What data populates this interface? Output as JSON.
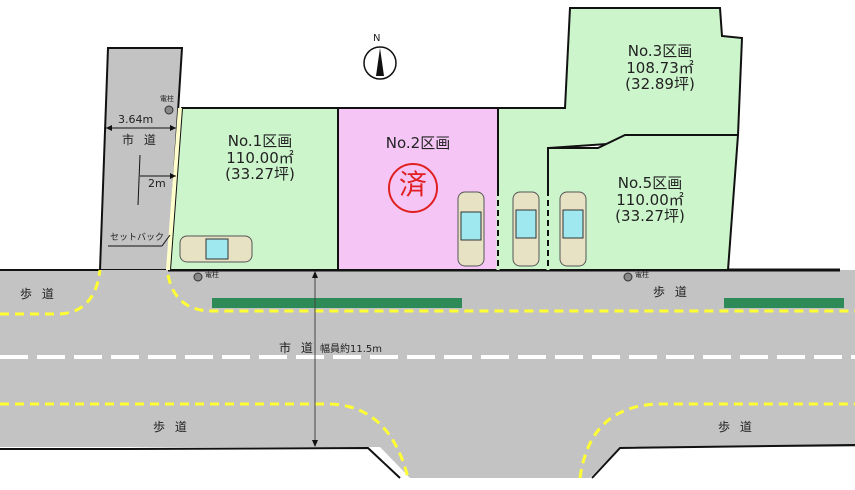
{
  "compass": {
    "label": "N"
  },
  "lots": [
    {
      "id": "no1",
      "name": "No.1区画",
      "area": "110.00㎡",
      "tsubo": "(33.27坪)",
      "color": "#ccf5cc",
      "status": ""
    },
    {
      "id": "no2",
      "name": "No.2区画",
      "area": "",
      "tsubo": "",
      "color": "#f5c6f5",
      "status": "済"
    },
    {
      "id": "no3",
      "name": "No.3区画",
      "area": "108.73㎡",
      "tsubo": "(32.89坪)",
      "color": "#ccf5cc",
      "status": ""
    },
    {
      "id": "no5",
      "name": "No.5区画",
      "area": "110.00㎡",
      "tsubo": "(33.27坪)",
      "color": "#ccf5cc",
      "status": ""
    }
  ],
  "side_road": {
    "label": "市 道",
    "width": "3.64m",
    "setback_width": "2m",
    "setback_label": "セットバック"
  },
  "main_road": {
    "label": "市 道",
    "width_label": "幅員約11.5m"
  },
  "sidewalks": [
    "歩 道",
    "歩 道",
    "歩 道",
    "歩 道"
  ],
  "poles": [
    "電柱",
    "電柱",
    "電柱"
  ],
  "colors": {
    "road": "#c3c3c3",
    "lot_green": "#ccf5cc",
    "lot_pink": "#f5c6f5",
    "hedge": "#2e8b57",
    "yellow_line": "#ffff33",
    "sold_stamp": "#e02020"
  }
}
